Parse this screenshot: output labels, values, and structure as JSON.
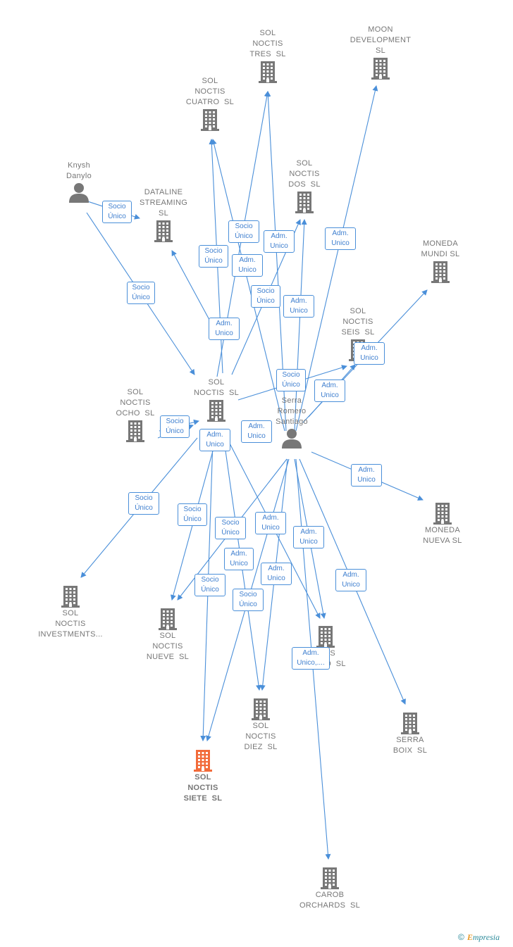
{
  "colors": {
    "edge": "#4a8fd9",
    "node_gray": "#777777",
    "highlight": "#f26b3a"
  },
  "nodes": [
    {
      "id": "sol-noctis-tres",
      "label": "SOL\nNOCTIS\nTRES  SL",
      "icon": "building-icon"
    },
    {
      "id": "moon-development",
      "label": "MOON\nDEVELOPMENT\nSL",
      "icon": "building-icon"
    },
    {
      "id": "sol-noctis-cuatro",
      "label": "SOL\nNOCTIS\nCUATRO  SL",
      "icon": "building-icon"
    },
    {
      "id": "knysh-danylo",
      "label": "Knysh\nDanylo",
      "icon": "person-icon"
    },
    {
      "id": "dataline-streaming",
      "label": "DATALINE\nSTREAMING\nSL",
      "icon": "building-icon"
    },
    {
      "id": "sol-noctis-dos",
      "label": "SOL\nNOCTIS\nDOS  SL",
      "icon": "building-icon"
    },
    {
      "id": "moneda-mundi",
      "label": "MONEDA\nMUNDI SL",
      "icon": "building-icon"
    },
    {
      "id": "sol-noctis-seis",
      "label": "SOL\nNOCTIS\nSEIS  SL",
      "icon": "building-icon"
    },
    {
      "id": "sol-noctis",
      "label": "SOL\nNOCTIS  SL",
      "icon": "building-icon"
    },
    {
      "id": "sol-noctis-ocho",
      "label": "SOL\nNOCTIS\nOCHO  SL",
      "icon": "building-icon"
    },
    {
      "id": "serra-romero",
      "label": "Serra\nRomero\nSantiago",
      "icon": "person-icon"
    },
    {
      "id": "moneda-nueva",
      "label": "MONEDA\nNUEVA SL",
      "icon": "building-icon"
    },
    {
      "id": "sol-noctis-investments",
      "label": "SOL\nNOCTIS\nINVESTMENTS...",
      "icon": "building-icon"
    },
    {
      "id": "sol-noctis-nueve",
      "label": "SOL\nNOCTIS\nNUEVE  SL",
      "icon": "building-icon"
    },
    {
      "id": "sol-noctis-cinco",
      "label": "...TIS\nCINCO  SL",
      "icon": "building-icon"
    },
    {
      "id": "sol-noctis-diez",
      "label": "SOL\nNOCTIS\nDIEZ  SL",
      "icon": "building-icon"
    },
    {
      "id": "serra-boix",
      "label": "SERRA\nBOIX  SL",
      "icon": "building-icon"
    },
    {
      "id": "sol-noctis-siete",
      "label": "SOL\nNOCTIS\nSIETE  SL",
      "icon": "building-icon",
      "highlight": true
    },
    {
      "id": "carob-orchards",
      "label": "CAROB\nORCHARDS  SL",
      "icon": "building-icon"
    }
  ],
  "relations": [
    {
      "label": "Socio\nÚnico"
    },
    {
      "label": "Socio\nÚnico"
    },
    {
      "label": "Socio\nÚnico"
    },
    {
      "label": "Socio\nÚnico"
    },
    {
      "label": "Adm.\nUnico"
    },
    {
      "label": "Adm.\nUnico"
    },
    {
      "label": "Adm.\nUnico"
    },
    {
      "label": "Socio\nÚnico"
    },
    {
      "label": "Adm.\nUnico"
    },
    {
      "label": "Adm.\nUnico"
    },
    {
      "label": "Adm.\nUnico"
    },
    {
      "label": "Socio\nÚnico"
    },
    {
      "label": "Adm.\nUnico"
    },
    {
      "label": "Socio\nÚnico"
    },
    {
      "label": "Adm.\nUnico"
    },
    {
      "label": "Adm.\nUnico"
    },
    {
      "label": "Socio\nÚnico"
    },
    {
      "label": "Socio\nÚnico"
    },
    {
      "label": "Adm.\nUnico"
    },
    {
      "label": "Socio\nÚnico"
    },
    {
      "label": "Adm.\nUnico"
    },
    {
      "label": "Socio\nÚnico"
    },
    {
      "label": "Socio\nÚnico"
    },
    {
      "label": "Adm.\nUnico"
    },
    {
      "label": "Adm.\nUnico"
    },
    {
      "label": "Adm.\nUnico"
    },
    {
      "label": "Adm.\nUnico"
    },
    {
      "label": "Adm.\nUnico,...."
    }
  ],
  "brand": {
    "copyright": "©",
    "name_initial": "E",
    "name_rest": "mpresia"
  }
}
